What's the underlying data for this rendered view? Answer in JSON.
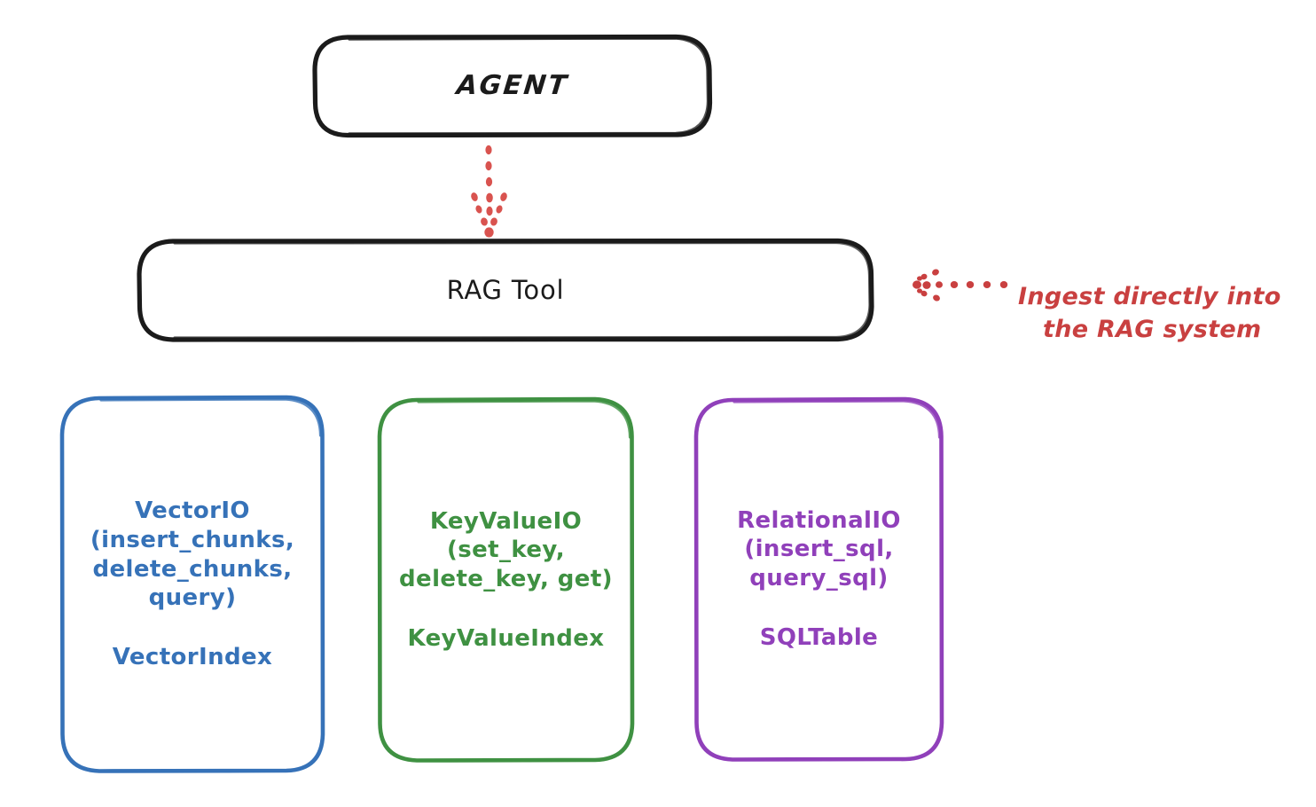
{
  "diagram": {
    "title_node": "AGENT",
    "tool_node": "RAG Tool",
    "annotation": {
      "line1": "Ingest directly into",
      "line2": "the RAG system",
      "color": "#c94040",
      "arrow": "dotted-arrow-left-icon"
    },
    "connector": {
      "from": "AGENT",
      "to": "RAG Tool",
      "style": "dotted-arrow-down-icon",
      "color": "#d9534f"
    },
    "providers": [
      {
        "id": "vector",
        "api": "VectorIO\n(insert_chunks,\ndelete_chunks,\nquery)",
        "index": "VectorIndex",
        "color": "#3672b8"
      },
      {
        "id": "keyvalue",
        "api": "KeyValueIO\n(set_key,\ndelete_key, get)",
        "index": "KeyValueIndex",
        "color": "#3f9142"
      },
      {
        "id": "relational",
        "api": "RelationalIO\n(insert_sql,\nquery_sql)",
        "index": "SQLTable",
        "color": "#9040ba"
      }
    ],
    "stroke_dark": "#1b1b1b"
  }
}
